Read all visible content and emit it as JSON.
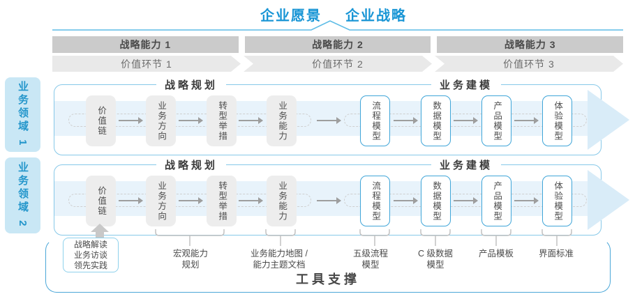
{
  "title": {
    "vision": "企业愿景",
    "strategy": "企业战略"
  },
  "strategic_capabilities": [
    "战略能力 1",
    "战略能力 2",
    "战略能力 3"
  ],
  "value_links": [
    "价值环节 1",
    "价值环节 2",
    "价值环节 3"
  ],
  "business_domains": [
    "业务领域 1",
    "业务领域 2"
  ],
  "sections": {
    "planning": "战略规划",
    "modeling": "业务建模"
  },
  "flow_boxes": [
    "价值链",
    "业务方向",
    "转型举措",
    "业务能力",
    "流程模型",
    "数据模型",
    "产品模型",
    "体验模型"
  ],
  "annotations": {
    "practice_box": "战略解读\n业务访谈\n领先实践",
    "macro_capability": "宏观能力\n规划",
    "capability_map": "业务能力地图 /\n能力主题文档",
    "process_model": "五级流程\n模型",
    "data_model": "C 级数据\n模型",
    "product_template": "产品模板",
    "ui_standard": "界面标准"
  },
  "footer": {
    "tool_support": "工具支撑"
  },
  "colors": {
    "accent_blue": "#1895d5",
    "line_blue": "#5dbce6",
    "row_border_blue": "#86c8e8",
    "tool_border_blue": "#4aa7d8",
    "band_blue": "#e8f3fb",
    "arrowhead_blue": "#d9ecf8",
    "domain_fill_blue": "#c9e7f5",
    "bar_gray": "#cbcbcb",
    "chevron_gray": "#e9e9e9",
    "box_gray": "#ededed",
    "box_border_blue": "#3fa5d8",
    "arrow_gray": "#9e9e9e",
    "text_dark": "#4a4a4a"
  }
}
